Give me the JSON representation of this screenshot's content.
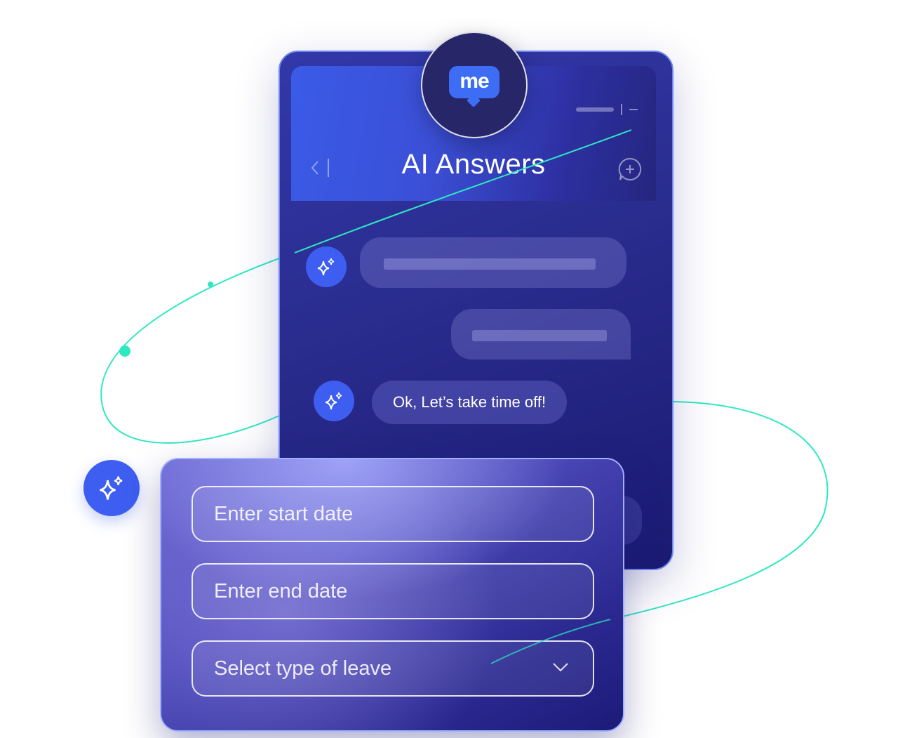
{
  "brand": {
    "logo_text": "me"
  },
  "chat": {
    "title": "AI Answers",
    "messages": [
      {
        "sender": "ai",
        "text": "Ok, Let’s take time off!"
      }
    ]
  },
  "form": {
    "start_date_placeholder": "Enter start date",
    "end_date_placeholder": "Enter end date",
    "leave_type_placeholder": "Select type of leave"
  },
  "icons": {
    "logo": "me-logo-icon",
    "back": "chevron-left-icon",
    "new_chat": "add-comment-icon",
    "ai": "sparkle-icon",
    "dropdown": "chevron-down-icon"
  },
  "colors": {
    "accent": "#3d5ef0",
    "window_dark": "#1a1a72",
    "orbit": "#2ee8c2"
  }
}
